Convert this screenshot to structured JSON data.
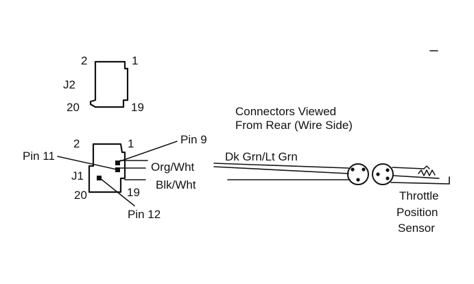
{
  "j2": {
    "name": "J2",
    "pin_tl": "2",
    "pin_tr": "1",
    "pin_bl": "20",
    "pin_br": "19"
  },
  "j1": {
    "name": "J1",
    "pin_tl": "2",
    "pin_tr": "1",
    "pin_bl": "20",
    "pin_br": "19"
  },
  "callouts": {
    "pin9": "Pin 9",
    "pin11": "Pin 11",
    "pin12": "Pin 12"
  },
  "wires": {
    "w1": "Dk Grn/Lt Grn",
    "w2": "Org/Wht",
    "w3": "Blk/Wht"
  },
  "note": {
    "line1": "Connectors Viewed",
    "line2": "From Rear (Wire Side)"
  },
  "sensor": {
    "line1": "Throttle",
    "line2": "Position",
    "line3": "Sensor"
  }
}
